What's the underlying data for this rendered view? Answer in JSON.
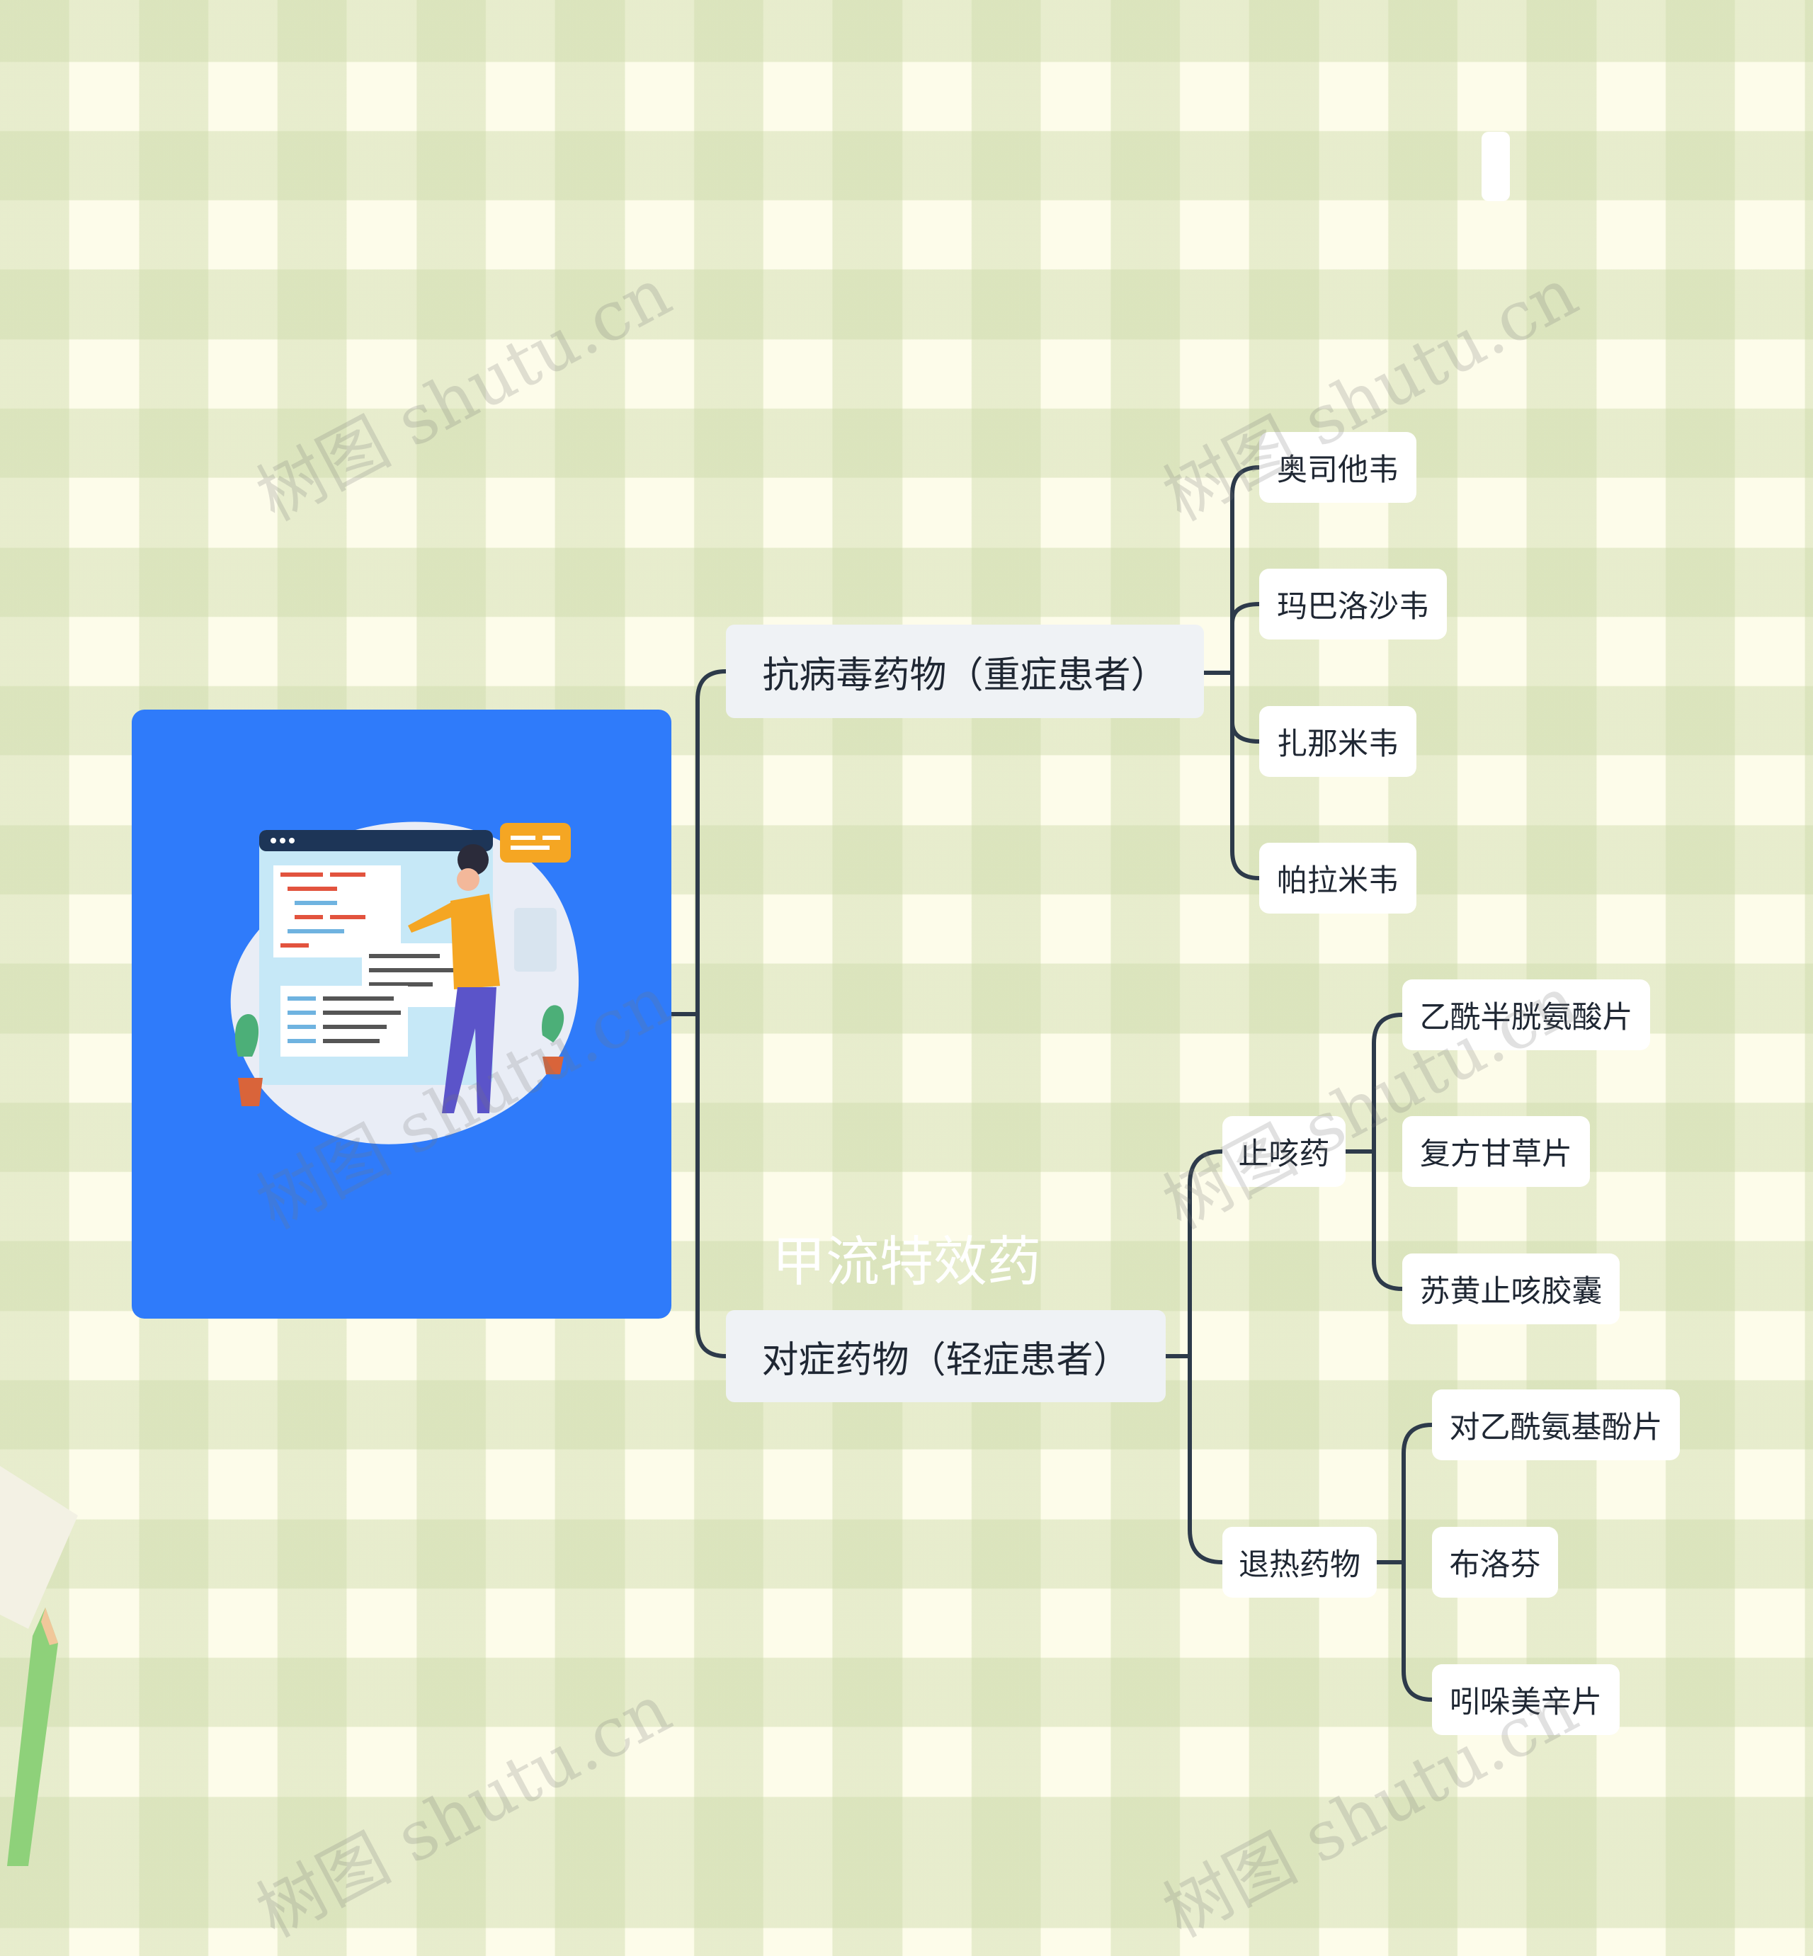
{
  "watermark": "树图 shutu.cn",
  "root": {
    "title": "甲流特效药"
  },
  "branches": [
    {
      "label": "抗病毒药物（重症患者）",
      "children": [
        "奥司他韦",
        "玛巴洛沙韦",
        "扎那米韦",
        "帕拉米韦"
      ]
    },
    {
      "label": "对症药物（轻症患者）",
      "groups": [
        {
          "label": "止咳药",
          "children": [
            "乙酰半胱氨酸片",
            "复方甘草片",
            "苏黄止咳胶囊"
          ]
        },
        {
          "label": "退热药物",
          "children": [
            "对乙酰氨基酚片",
            "布洛芬",
            "吲哚美辛片"
          ]
        }
      ]
    }
  ],
  "colors": {
    "root": "#2f7bfa",
    "line": "#2d3a4a",
    "branch_bg": "#eff2f5",
    "leaf_bg": "#ffffff"
  }
}
